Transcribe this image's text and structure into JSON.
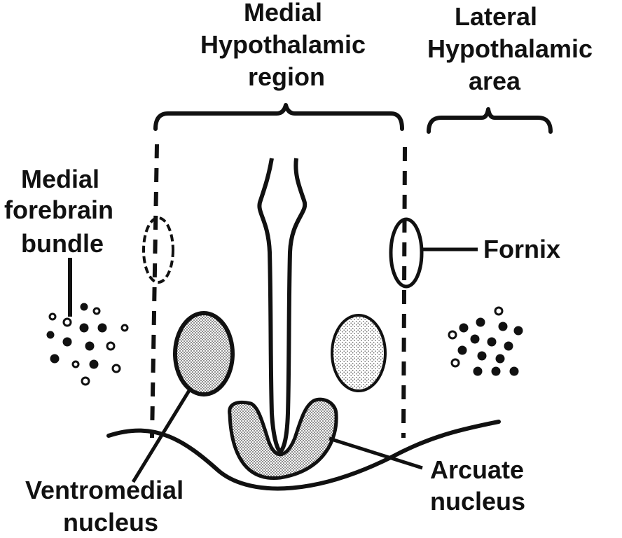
{
  "labels": {
    "medial_region": [
      "Medial",
      "Hypothalamic",
      "region"
    ],
    "lateral_area": [
      "Lateral",
      "Hypothalamic",
      "area"
    ],
    "forebrain_bundle": [
      "Medial",
      "forebrain",
      "bundle"
    ],
    "fornix": "Fornix",
    "ventromedial": [
      "Ventromedial",
      "nucleus"
    ],
    "arcuate": [
      "Arcuate",
      "nucleus"
    ]
  },
  "colors": {
    "ink": "#111111",
    "background": "#ffffff",
    "stipple": "#555555"
  }
}
